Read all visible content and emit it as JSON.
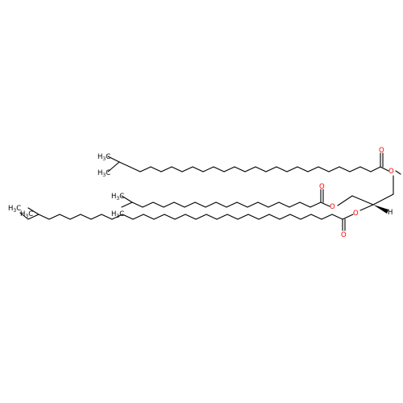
{
  "colors": {
    "bond": "#000000",
    "carbon_label": "#000000",
    "oxygen_label": "#ff0000"
  },
  "labels": {
    "methyl": "H",
    "methyl_sub": "3",
    "methyl_c": "C",
    "oxygen": "O",
    "hydrogen": "H"
  }
}
